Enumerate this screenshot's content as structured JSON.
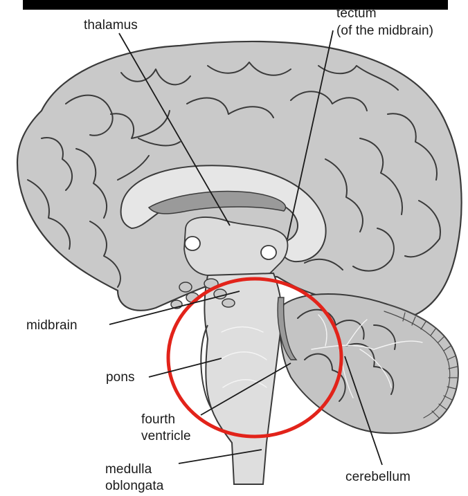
{
  "labels": {
    "thalamus": "thalamus",
    "tectum_line1": "tectum",
    "tectum_line2": "(of the midbrain)",
    "midbrain": "midbrain",
    "pons": "pons",
    "fourth_line1": "fourth",
    "fourth_line2": "ventricle",
    "medulla_line1": "medulla",
    "medulla_line2": "oblongata",
    "cerebellum": "cerebellum"
  },
  "colors": {
    "top_bar": "#000000",
    "cortex": "#c9c9c9",
    "cortex_outline": "#3a3a3a",
    "deep_structure": "#dedede",
    "ventricle": "#9a9a9a",
    "cerebellum": "#c4c4c4",
    "highlight_circle": "#e2231a"
  }
}
